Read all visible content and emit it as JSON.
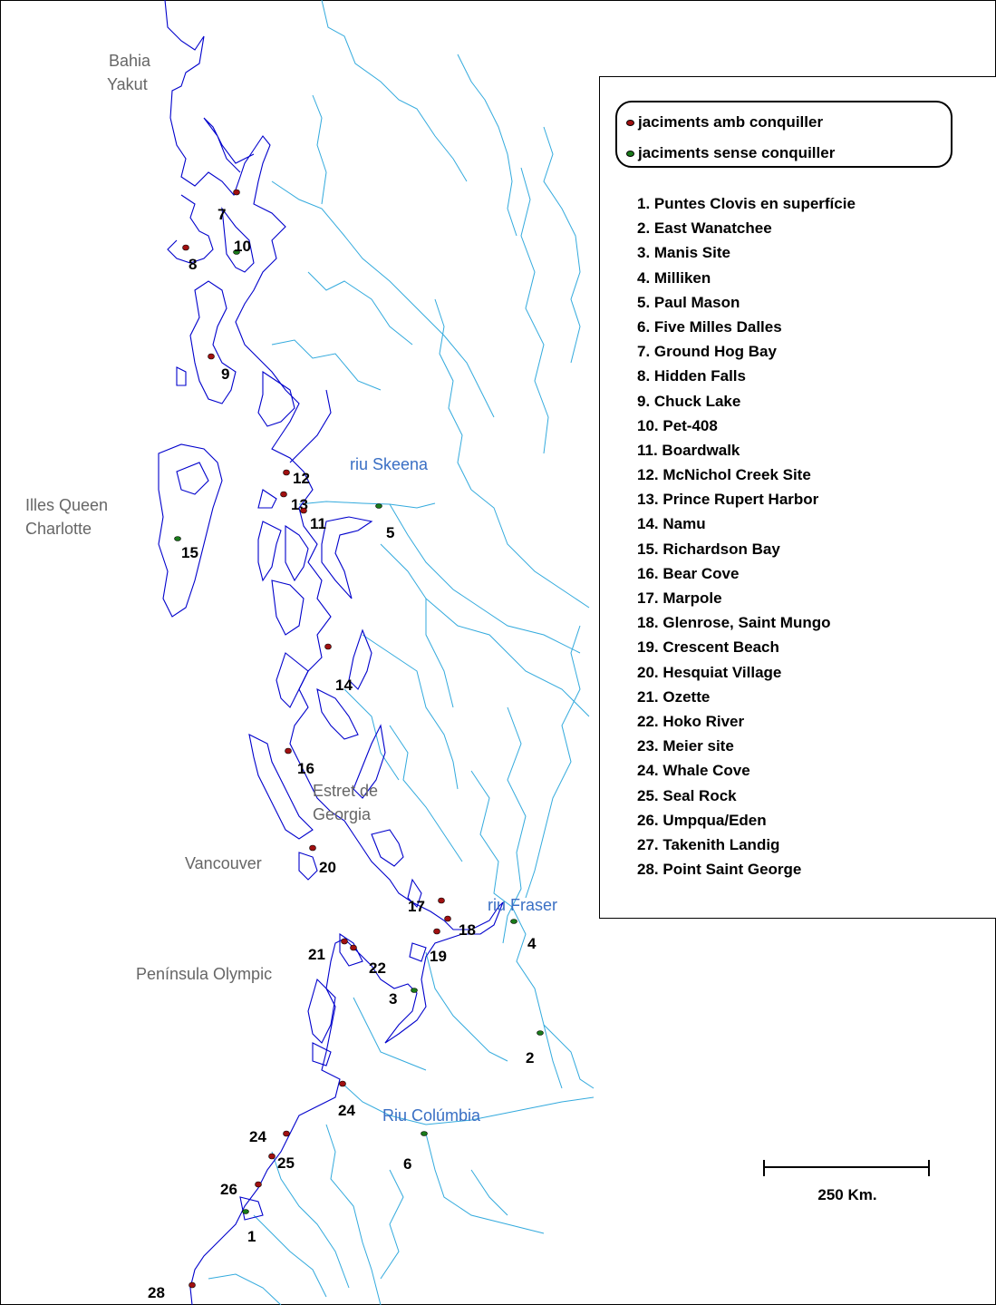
{
  "map": {
    "place_labels": [
      {
        "id": "bahia",
        "lines": [
          "Bahia",
          "Yakut"
        ]
      },
      {
        "id": "queen",
        "lines": [
          "Illes Queen",
          "Charlotte"
        ]
      },
      {
        "id": "estret",
        "lines": [
          "Estret de",
          "Georgia"
        ]
      },
      {
        "id": "vancouver",
        "lines": [
          "Vancouver"
        ]
      },
      {
        "id": "olympic",
        "lines": [
          "Península Olympic"
        ]
      }
    ],
    "river_labels": [
      {
        "id": "skeena",
        "text": "riu Skeena"
      },
      {
        "id": "fraser",
        "text": "riu Fraser"
      },
      {
        "id": "columbia",
        "text": "Riu Colúmbia"
      }
    ],
    "site_markers": [
      {
        "label": "7",
        "shell": true
      },
      {
        "label": "8",
        "shell": true
      },
      {
        "label": "10",
        "shell": false
      },
      {
        "label": "9",
        "shell": true
      },
      {
        "label": "12",
        "shell": true
      },
      {
        "label": "13",
        "shell": true
      },
      {
        "label": "11",
        "shell": true
      },
      {
        "label": "5",
        "shell": false
      },
      {
        "label": "15",
        "shell": false
      },
      {
        "label": "14",
        "shell": true
      },
      {
        "label": "16",
        "shell": true
      },
      {
        "label": "20",
        "shell": true
      },
      {
        "label": "17",
        "shell": true
      },
      {
        "label": "18",
        "shell": true
      },
      {
        "label": "19",
        "shell": true
      },
      {
        "label": "4",
        "shell": false
      },
      {
        "label": "21",
        "shell": true
      },
      {
        "label": "22",
        "shell": true
      },
      {
        "label": "3",
        "shell": false
      },
      {
        "label": "2",
        "shell": false
      },
      {
        "label": "24",
        "shell": true
      },
      {
        "label": "6",
        "shell": false
      },
      {
        "label": "24",
        "shell": true
      },
      {
        "label": "25",
        "shell": true
      },
      {
        "label": "26",
        "shell": true
      },
      {
        "label": "1",
        "shell": false
      },
      {
        "label": "28",
        "shell": true
      }
    ]
  },
  "legend": {
    "shell_label": "jaciments amb conquiller",
    "noshell_label": "jaciments sense conquiller",
    "colors": {
      "shell": "#a01010",
      "noshell": "#1a7a1a"
    },
    "sites": [
      "1. Puntes Clovis en superfície",
      "2. East Wanatchee",
      "3. Manis Site",
      "4. Milliken",
      "5. Paul Mason",
      "6. Five Milles Dalles",
      "7. Ground Hog Bay",
      "8. Hidden Falls",
      "9. Chuck Lake",
      "10. Pet-408",
      "11. Boardwalk",
      "12. McNichol Creek Site",
      "13. Prince Rupert Harbor",
      "14. Namu",
      "15. Richardson Bay",
      "16. Bear Cove",
      "17. Marpole",
      "18. Glenrose, Saint Mungo",
      "19. Crescent Beach",
      "20. Hesquiat Village",
      "21. Ozette",
      "22. Hoko River",
      "23. Meier site",
      "24. Whale Cove",
      "25. Seal Rock",
      "26. Umpqua/Eden",
      "27. Takenith Landig",
      "28. Point Saint George"
    ]
  },
  "scale": {
    "label": "250 Km."
  }
}
